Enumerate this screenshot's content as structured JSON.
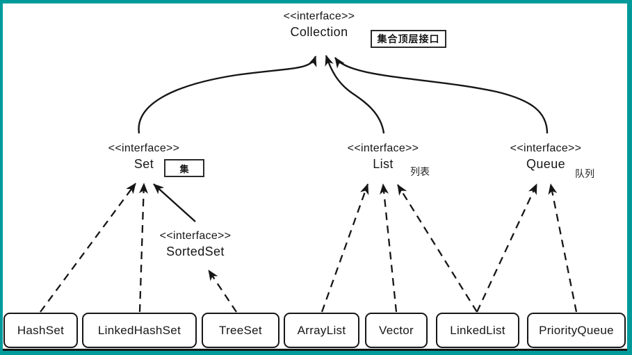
{
  "colors": {
    "frame": "#009a9b",
    "ink": "#161616",
    "background": "#ffffff"
  },
  "nodes": {
    "collection": {
      "stereotype": "<<interface>>",
      "name": "Collection"
    },
    "set": {
      "stereotype": "<<interface>>",
      "name": "Set"
    },
    "list": {
      "stereotype": "<<interface>>",
      "name": "List"
    },
    "queue": {
      "stereotype": "<<interface>>",
      "name": "Queue"
    },
    "sortedset": {
      "stereotype": "<<interface>>",
      "name": "SortedSet"
    },
    "hashset": {
      "name": "HashSet"
    },
    "linkedhashset": {
      "name": "LinkedHashSet"
    },
    "treeset": {
      "name": "TreeSet"
    },
    "arraylist": {
      "name": "ArrayList"
    },
    "vector": {
      "name": "Vector"
    },
    "linkedlist": {
      "name": "LinkedList"
    },
    "priorityqueue": {
      "name": "PriorityQueue"
    }
  },
  "annotations": {
    "collection_note": "集合顶层接口",
    "set_note": "集",
    "list_note": "列表",
    "queue_note": "队列"
  },
  "edges": [
    {
      "id": "set-collection",
      "from": "Set",
      "to": "Collection",
      "style": "solid"
    },
    {
      "id": "list-collection",
      "from": "List",
      "to": "Collection",
      "style": "solid"
    },
    {
      "id": "queue-collection",
      "from": "Queue",
      "to": "Collection",
      "style": "solid"
    },
    {
      "id": "sortedset-set",
      "from": "SortedSet",
      "to": "Set",
      "style": "solid"
    },
    {
      "id": "hashset-set",
      "from": "HashSet",
      "to": "Set",
      "style": "dashed"
    },
    {
      "id": "linkedhashset-set",
      "from": "LinkedHashSet",
      "to": "Set",
      "style": "dashed"
    },
    {
      "id": "treeset-sortedset",
      "from": "TreeSet",
      "to": "SortedSet",
      "style": "dashed"
    },
    {
      "id": "arraylist-list",
      "from": "ArrayList",
      "to": "List",
      "style": "dashed"
    },
    {
      "id": "vector-list",
      "from": "Vector",
      "to": "List",
      "style": "dashed"
    },
    {
      "id": "linkedlist-list",
      "from": "LinkedList",
      "to": "List",
      "style": "dashed"
    },
    {
      "id": "linkedlist-queue",
      "from": "LinkedList",
      "to": "Queue",
      "style": "dashed"
    },
    {
      "id": "priorityqueue-queue",
      "from": "PriorityQueue",
      "to": "Queue",
      "style": "dashed"
    }
  ]
}
